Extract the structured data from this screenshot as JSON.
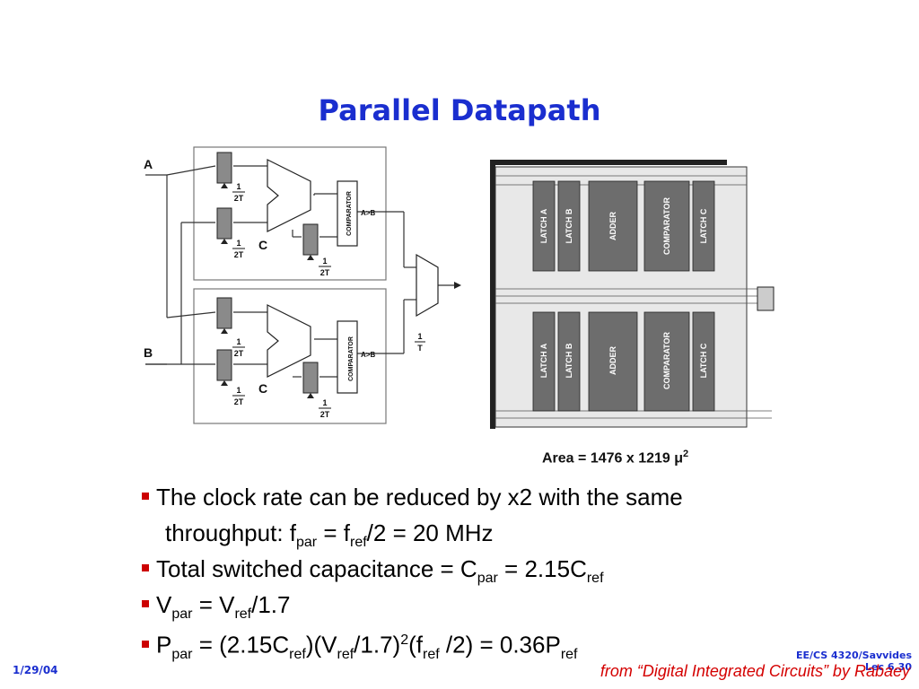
{
  "slide": {
    "title": "Parallel Datapath",
    "date": "1/29/04",
    "course_line1": "EE/CS 4320/Savvides",
    "course_line2": "Lec 6.30",
    "credit": "from “Digital Integrated Circuits” by Rabaey"
  },
  "schematic": {
    "input_a": "A",
    "input_b": "B",
    "adder_label": "C",
    "comparator_label": "COMPARATOR",
    "compare_op": "A>B",
    "clock_num": "1",
    "clock_den_half": "2T",
    "clock_den_full": "T"
  },
  "layout": {
    "blocks": [
      "LATCH A",
      "LATCH B",
      "ADDER",
      "COMPARATOR",
      "LATCH C"
    ],
    "area_text": "Area = 1476 x 1219 μ",
    "area_exp": "2"
  },
  "bullets": {
    "b1_line1": "The clock rate can be reduced by x2 with the same",
    "b1_line2_pre": "throughput: f",
    "b1_sub1": "par",
    "b1_mid": " = f",
    "b1_sub2": "ref",
    "b1_post": "/2 = 20 MHz",
    "b2_pre": "Total switched capacitance = C",
    "b2_sub1": "par",
    "b2_mid": " = 2.15C",
    "b2_sub2": "ref",
    "b3_pre": "V",
    "b3_sub1": "par",
    "b3_mid": " = V",
    "b3_sub2": "ref",
    "b3_post": "/1.7",
    "b4_pre": "P",
    "b4_sub1": "par",
    "b4_mid1": " = (2.15C",
    "b4_sub2": "ref",
    "b4_mid2": ")(V",
    "b4_sub3": "ref",
    "b4_mid3": "/1.7)",
    "b4_sup": "2",
    "b4_mid4": "(f",
    "b4_sub4": "ref",
    "b4_mid5": " /2) = 0.36P",
    "b4_sub5": "ref"
  },
  "colors": {
    "title": "#1a2ecf",
    "bullet": "#cc0000",
    "credit": "#d40000"
  }
}
